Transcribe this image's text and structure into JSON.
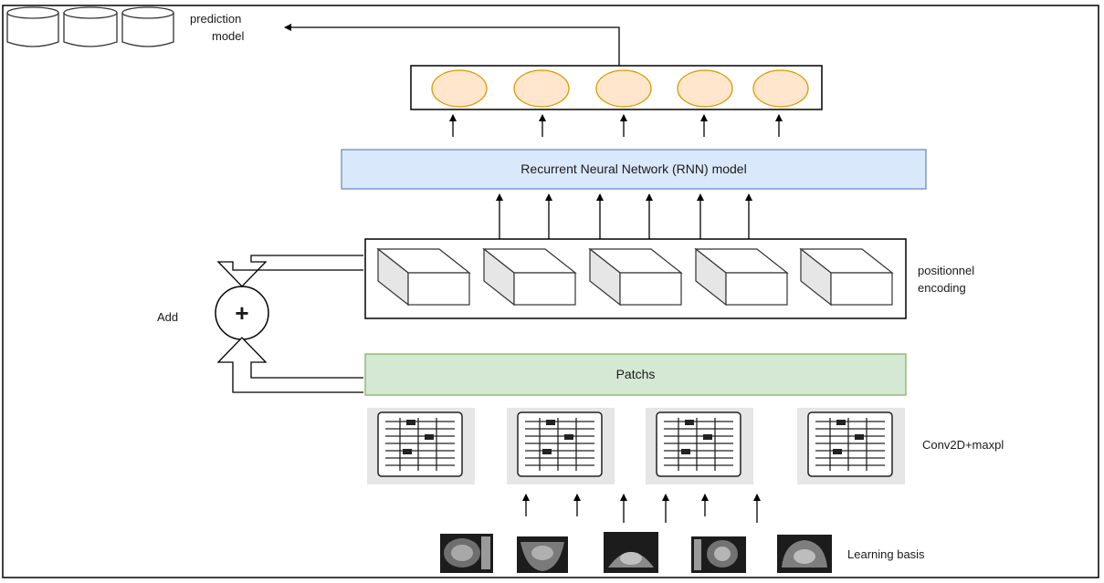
{
  "labels": {
    "prediction_line1": "prediction",
    "prediction_line2": "model",
    "rnn": "Recurrent Neural Network (RNN) model",
    "positional_line1": "positionnel",
    "positional_line2": "encoding",
    "add": "Add",
    "add_symbol": "+",
    "patches": "Patchs",
    "conv": "Conv2D+maxpl",
    "learning": "Learning basis"
  },
  "colors": {
    "rnn_fill": "#dae8fc",
    "rnn_stroke": "#6c8ebf",
    "patches_fill": "#d5e8d4",
    "patches_stroke": "#82b366",
    "node_fill": "#ffe6cc",
    "node_stroke": "#d79b00",
    "conv_bg": "#e6e6e6"
  },
  "output_node_count": 5,
  "encoding_block_count": 5,
  "conv_block_count": 4,
  "input_image_count": 5,
  "database_icon_count": 3
}
